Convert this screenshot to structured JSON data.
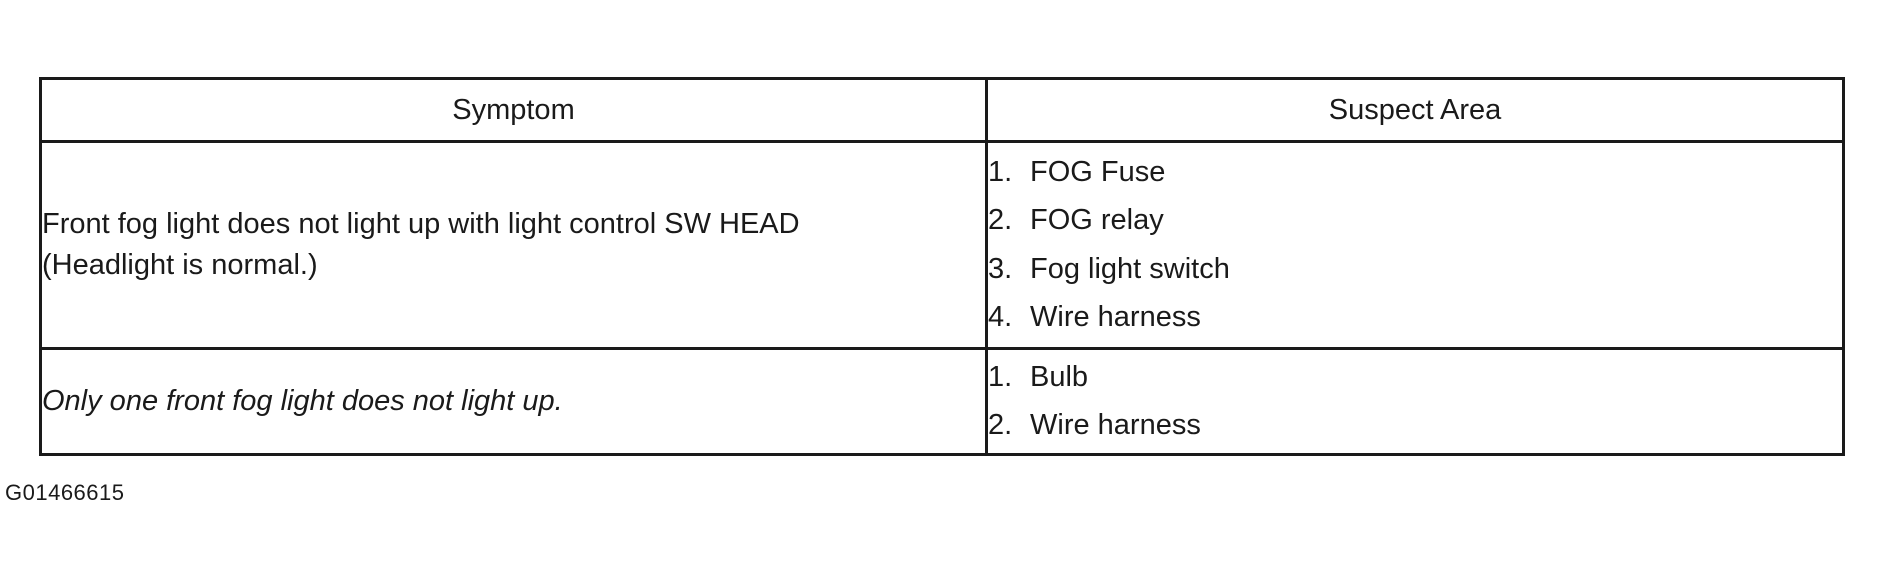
{
  "table": {
    "headers": {
      "symptom": "Symptom",
      "suspect_area": "Suspect Area"
    },
    "rows": [
      {
        "symptom_lines": [
          "Front fog light does not light up with light control SW HEAD",
          "(Headlight is normal.)"
        ],
        "suspect_items": [
          {
            "num": "1.",
            "text": "FOG Fuse"
          },
          {
            "num": "2.",
            "text": "FOG relay"
          },
          {
            "num": "3.",
            "text": "Fog light switch"
          },
          {
            "num": "4.",
            "text": "Wire harness"
          }
        ]
      },
      {
        "symptom_lines": [
          "Only one front fog light does not light up."
        ],
        "suspect_items": [
          {
            "num": "1.",
            "text": "Bulb"
          },
          {
            "num": "2.",
            "text": "Wire harness"
          }
        ]
      }
    ]
  },
  "figure_id": "G01466615"
}
